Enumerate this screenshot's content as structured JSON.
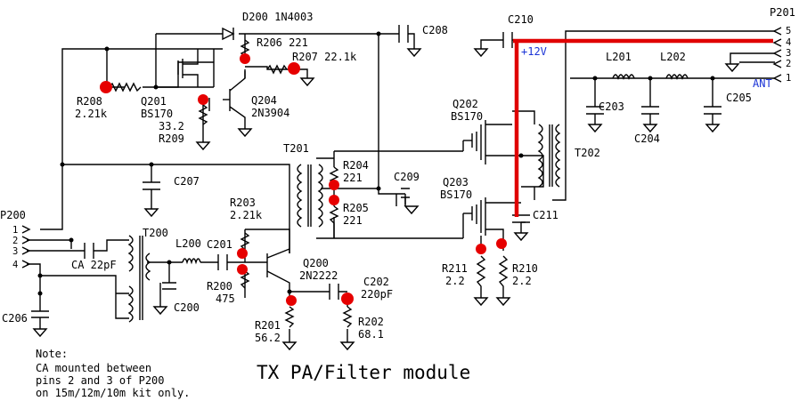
{
  "title": "TX PA/Filter module",
  "note": {
    "heading": "Note:",
    "line1": "CA mounted between",
    "line2": "pins 2 and 3 of P200",
    "line3": "on 15m/12m/10m kit only."
  },
  "labels": {
    "d200": "D200  1N4003",
    "r206": "R206 221",
    "r207": "R207 22.1k",
    "c208": "C208",
    "c210": "C210",
    "v12": "+12V",
    "p201": "P201",
    "l201": "L201",
    "l202": "L202",
    "ant": "ANT",
    "c203": "C203",
    "c204": "C204",
    "c205": "C205",
    "r208": "R208",
    "r208v": "2.21k",
    "q201": "Q201",
    "q201p": "BS170",
    "r209v": "33.2",
    "r209": "R209",
    "q204": "Q204",
    "q204p": "2N3904",
    "q202": "Q202",
    "q202p": "BS170",
    "t202": "T202",
    "t201": "T201",
    "r204": "R204",
    "r204v": "221",
    "r205": "R205",
    "r205v": "221",
    "c209": "C209",
    "q203": "Q203",
    "q203p": "BS170",
    "c207": "C207",
    "c211": "C211",
    "r203": "R203",
    "r203v": "2.21k",
    "p200": "P200",
    "t200": "T200",
    "l200": "L200",
    "c201": "C201",
    "ca": "CA 22pF",
    "r200": "R200",
    "r200v": "475",
    "c200": "C200",
    "q200": "Q200",
    "q200p": "2N2222",
    "c202": "C202",
    "c202v": "220pF",
    "r211": "R211",
    "r211v": "2.2",
    "r210": "R210",
    "r210v": "2.2",
    "r201": "R201",
    "r201v": "56.2",
    "r202": "R202",
    "r202v": "68.1",
    "c206": "C206",
    "p200_1": "1",
    "p200_2": "2",
    "p200_3": "3",
    "p200_4": "4",
    "p201_5": "5",
    "p201_4": "4",
    "p201_3": "3",
    "p201_2": "2",
    "p201_1": "1"
  },
  "colors": {
    "wire": "#000000",
    "supply_rail": "#e00000",
    "test_point": "#e60000",
    "label_blue": "#1a33d6"
  }
}
